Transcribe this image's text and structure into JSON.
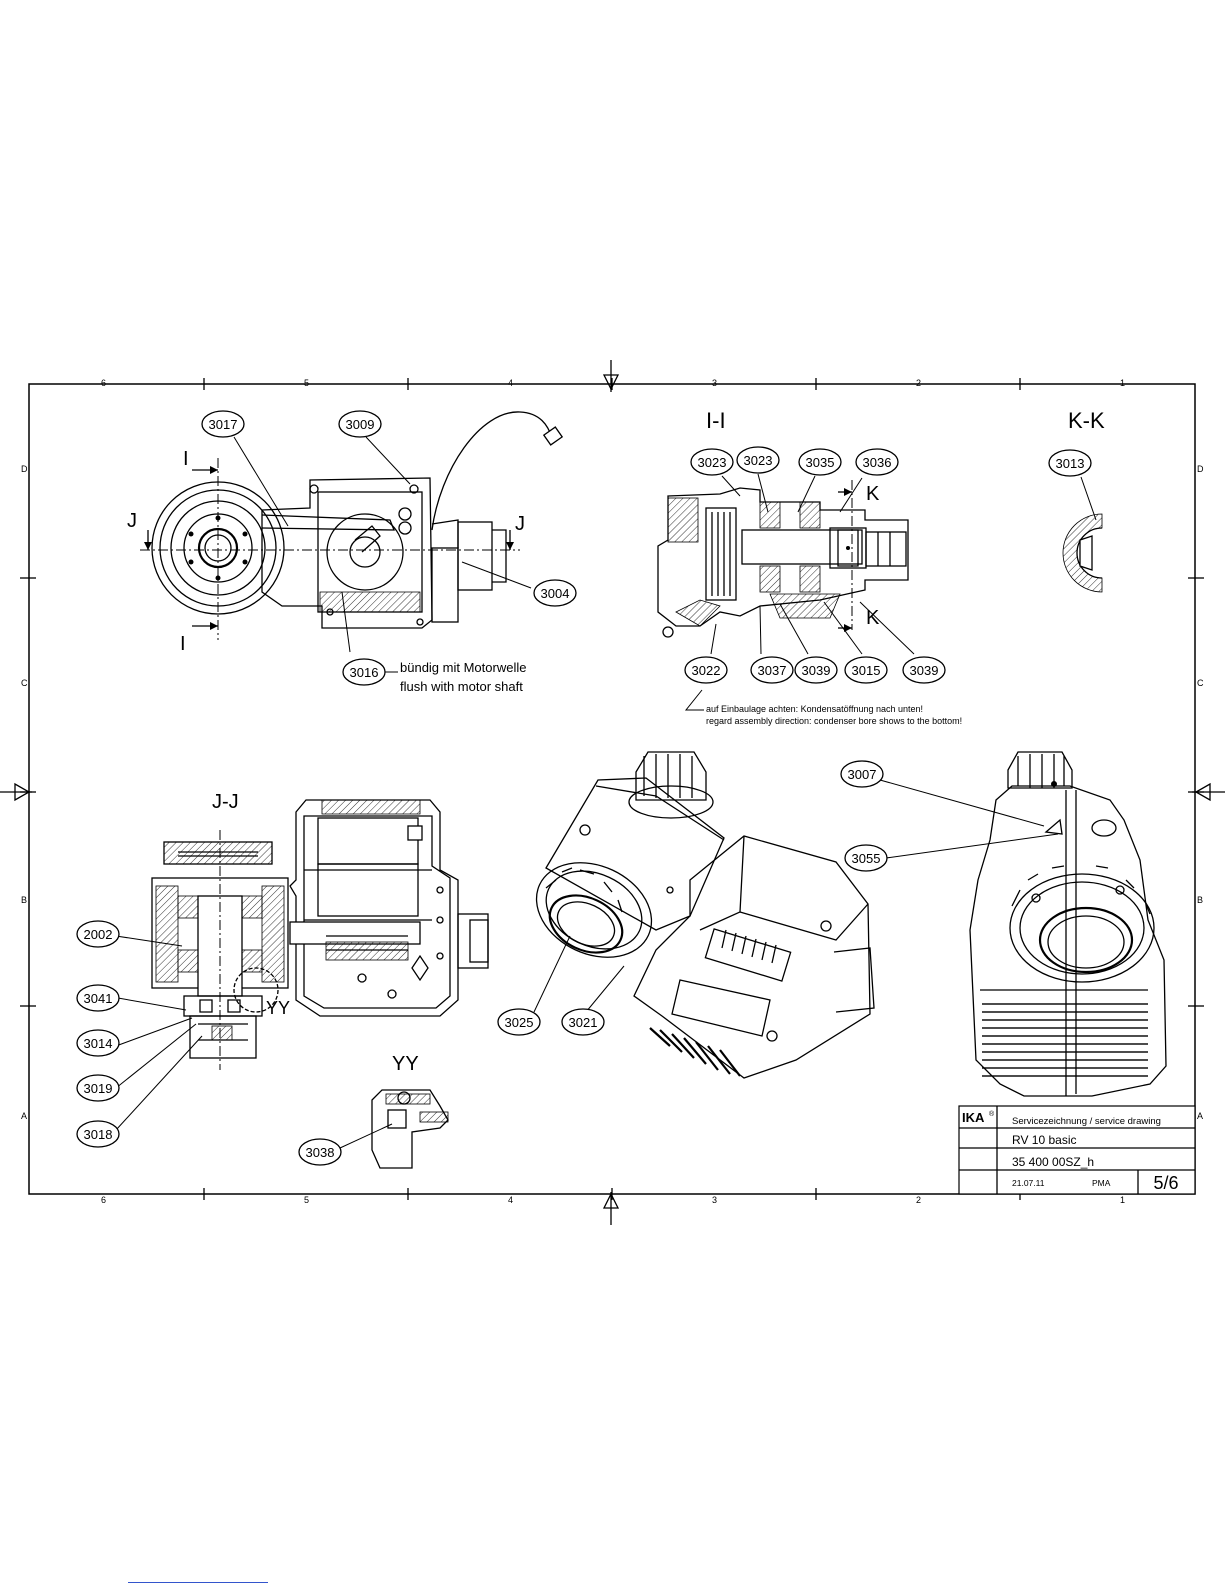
{
  "border": {
    "columns": [
      "6",
      "5",
      "4",
      "3",
      "2",
      "1"
    ],
    "rows": [
      "D",
      "C",
      "B",
      "A"
    ]
  },
  "views": {
    "section_ii": "I-I",
    "section_kk": "K-K",
    "section_jj": "J-J",
    "detail_yy": "YY",
    "detail_yy_marker": "YY"
  },
  "cut_markers": {
    "i": "I",
    "j": "J",
    "k": "K"
  },
  "parts": {
    "p3017": "3017",
    "p3009": "3009",
    "p3004": "3004",
    "p3016": "3016",
    "p3023a": "3023",
    "p3023b": "3023",
    "p3035": "3035",
    "p3036": "3036",
    "p3013": "3013",
    "p3022": "3022",
    "p3037": "3037",
    "p3039a": "3039",
    "p3015": "3015",
    "p3039b": "3039",
    "p3007": "3007",
    "p3055": "3055",
    "p2002": "2002",
    "p3041": "3041",
    "p3014": "3014",
    "p3019": "3019",
    "p3018": "3018",
    "p3025": "3025",
    "p3021": "3021",
    "p3038": "3038"
  },
  "notes": {
    "flush_de": "bündig mit Motorwelle",
    "flush_en": "flush with motor shaft",
    "assembly_de": "auf Einbaulage achten: Kondensatöffnung nach unten!",
    "assembly_en": "regard assembly direction: condenser bore shows to the bottom!"
  },
  "title_block": {
    "logo": "IKA",
    "logo_mark": "®",
    "drawing_type": "Servicezeichnung / service drawing",
    "model": "RV 10 basic",
    "drawing_number": "35 400 00SZ_h",
    "date": "21.07.11",
    "author": "PMA",
    "sheet": "5/6"
  }
}
